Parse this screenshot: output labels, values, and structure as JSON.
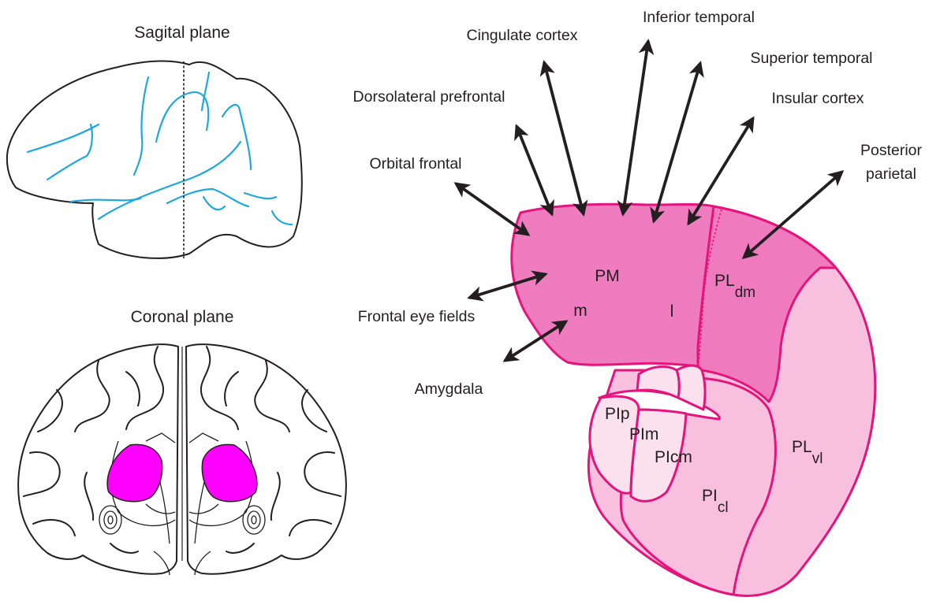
{
  "sagittal": {
    "title": "Sagital plane"
  },
  "coronal": {
    "title": "Coronal plane"
  },
  "connections": {
    "cingulate": "Cingulate cortex",
    "inferior_temporal": "Inferior temporal",
    "superior_temporal": "Superior temporal",
    "dorsolateral_prefrontal": "Dorsolateral prefrontal",
    "insular": "Insular cortex",
    "orbital_frontal": "Orbital frontal",
    "posterior_parietal_1": "Posterior",
    "posterior_parietal_2": "parietal",
    "frontal_eye_fields": "Frontal eye fields",
    "amygdala": "Amygdala"
  },
  "regions": {
    "pm": "PM",
    "m": "m",
    "l": "l",
    "pl_dm_main": "PL",
    "pl_dm_sub": "dm",
    "pl_vl_main": "PL",
    "pl_vl_sub": "vl",
    "pi_cl_main": "PI",
    "pi_cl_sub": "cl",
    "pip": "PIp",
    "pim": "PIm",
    "picm": "PIcm"
  },
  "colors": {
    "pulvinar_medial": "#f07cc0",
    "pulvinar_dm": "#ef7bbe",
    "pulvinar_light": "#f8c0de",
    "pulvinar_lightest": "#fbe0ee",
    "pulvinar_outline": "#e4147d",
    "highlight": "#ff00ff",
    "sulcus": "#1ea7e1",
    "arrow": "#231f20"
  }
}
